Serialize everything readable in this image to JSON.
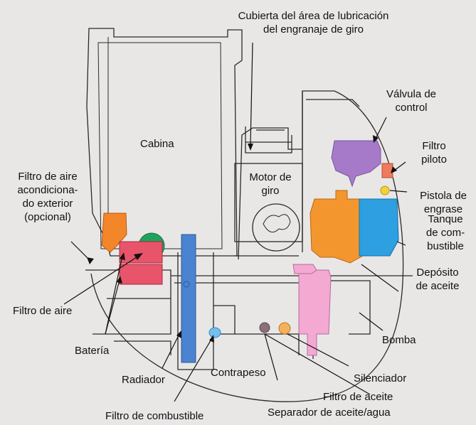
{
  "labels": {
    "cubierta": "Cubierta del área de lubricación\ndel engranaje de giro",
    "cabina": "Cabina",
    "valvula": "Válvula de\ncontrol",
    "filtro_piloto": "Filtro\npiloto",
    "motor_giro": "Motor de\ngiro",
    "pistola": "Pistola de\nengrase",
    "filtro_aire_ac": "Filtro de aire\nacondiciona-\ndo exterior\n(opcional)",
    "tanque": "Tanque\nde com-\nbustible",
    "deposito": "Depósito\nde aceite",
    "filtro_aire": "Filtro de aire",
    "bateria": "Batería",
    "bomba": "Bomba",
    "radiador": "Radiador",
    "contrapeso": "Contrapeso",
    "silenciador": "Silenciador",
    "filtro_aceite": "Filtro de aceite",
    "separador": "Separador de aceite/agua",
    "filtro_combustible": "Filtro de combustible"
  },
  "colors": {
    "background": "#e9e7e6",
    "outline": "#2a2a2a",
    "valve": "#a77ac9",
    "pilot_filter": "#f07a5c",
    "grease_gun": "#f2d23a",
    "oil_tank": "#f4962e",
    "fuel_tank": "#2e9fe0",
    "ac_filter": "#f4862a",
    "air_filter": "#1fa25d",
    "battery": "#e8546a",
    "radiator": "#4a83cf",
    "fuel_filter": "#74bff0",
    "water_separator": "#8c6f7a",
    "oil_filter": "#f6b05c",
    "muffler": "#f4a9d3"
  }
}
